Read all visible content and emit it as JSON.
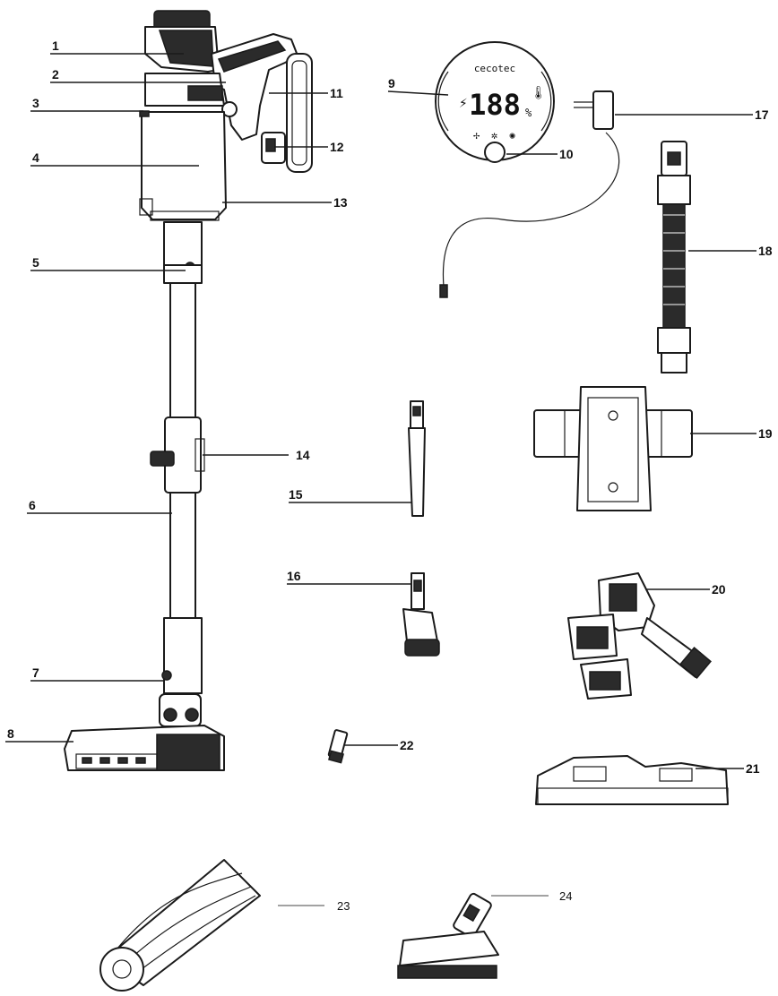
{
  "labels": {
    "l1": "1",
    "l2": "2",
    "l3": "3",
    "l4": "4",
    "l5": "5",
    "l6": "6",
    "l7": "7",
    "l8": "8",
    "l9": "9",
    "l10": "10",
    "l11": "11",
    "l12": "12",
    "l13": "13",
    "l14": "14",
    "l15": "15",
    "l16": "16",
    "l17": "17",
    "l18": "18",
    "l19": "19",
    "l20": "20",
    "l21": "21",
    "l22": "22",
    "l23": "23",
    "l24": "24"
  },
  "display": {
    "brand": "cecotec",
    "digits": "188",
    "unit": "%"
  }
}
